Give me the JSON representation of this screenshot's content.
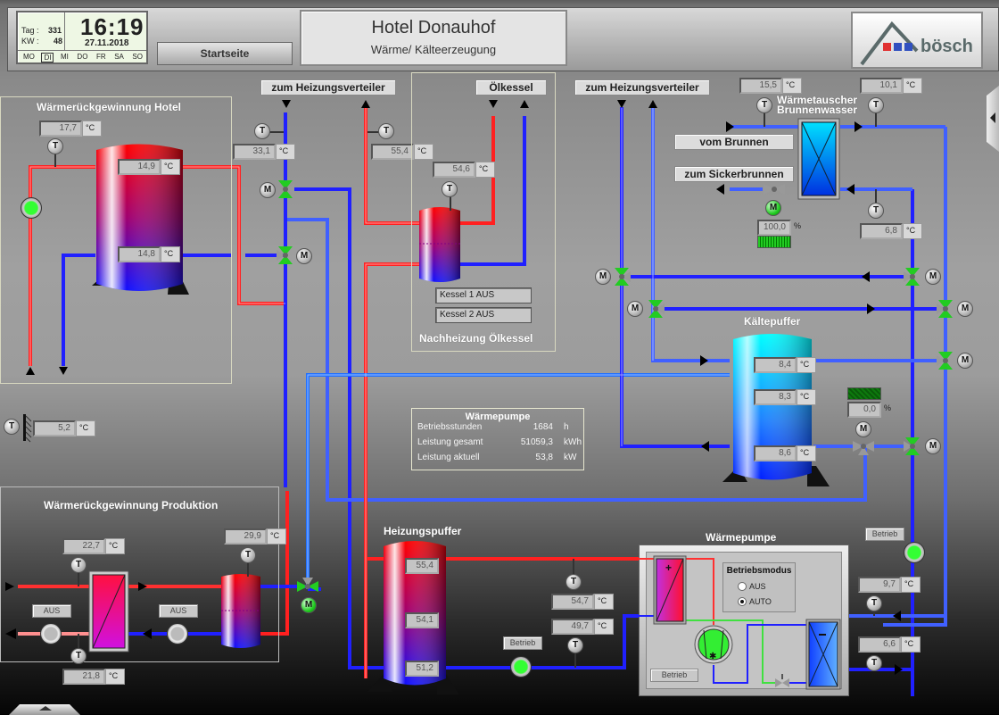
{
  "header": {
    "clock": {
      "day_label": "Tag :",
      "day_value": "331",
      "week_label": "KW :",
      "week_value": "48",
      "time": "16:19",
      "date": "27.11.2018",
      "weekdays": [
        "MO",
        "DI",
        "MI",
        "DO",
        "FR",
        "SA",
        "SO"
      ],
      "selected_weekday": "DI"
    },
    "start_button": "Startseite",
    "title": "Hotel Donauhof",
    "subtitle": "Wärme/ Kälteerzeugung",
    "logo_text": "bösch",
    "logo_colors": [
      "#e03030",
      "#3050c0",
      "#3050c0"
    ]
  },
  "colors": {
    "hot_pipe": "#ff2020",
    "cold_pipe": "#2020ff",
    "active": "#22dd22"
  },
  "hotel_recovery": {
    "title": "Wärmerückgewinnung Hotel",
    "t_supply": "17,7",
    "t_top": "14,9",
    "t_bottom": "14,8"
  },
  "distributor_left": {
    "label": "zum Heizungsverteiler",
    "t_return": "33,1",
    "t_flow": "55,4"
  },
  "oil_boiler": {
    "label": "Ölkessel",
    "t_tank": "54,6",
    "boiler1": "Kessel 1 AUS",
    "boiler2": "Kessel 2 AUS",
    "title": "Nachheizung Ölkessel"
  },
  "distributor_right": {
    "label": "zum Heizungsverteiler"
  },
  "well_exchanger": {
    "title_line1": "Wärmetauscher",
    "title_line2": "Brunnenwasser",
    "from_well": "vom Brunnen",
    "to_sink": "zum Sickerbrunnen",
    "t_in": "15,5",
    "t_out": "10,1",
    "t_return": "6,8",
    "valve_percent": "100,0",
    "valve_fraction": 1.0
  },
  "cold_buffer": {
    "title": "Kältepuffer",
    "t_top": "8,4",
    "t_mid": "8,3",
    "t_bottom": "8,6",
    "valve_percent": "0,0",
    "valve_fraction": 0.0
  },
  "outdoor": {
    "t_outside": "5,2"
  },
  "heat_pump_info": {
    "title": "Wärmepumpe",
    "rows": [
      {
        "label": "Betriebsstunden",
        "value": "1684",
        "unit": "h"
      },
      {
        "label": "Leistung gesamt",
        "value": "51059,3",
        "unit": "kWh"
      },
      {
        "label": "Leistung aktuell",
        "value": "53,8",
        "unit": "kW"
      }
    ]
  },
  "production_recovery": {
    "title": "Wärmerückgewinnung Produktion",
    "t_top": "22,7",
    "t_bottom": "21,8",
    "t_tank": "29,9",
    "pump1_status": "AUS",
    "pump2_status": "AUS"
  },
  "heating_buffer": {
    "title": "Heizungspuffer",
    "t_top": "55,4",
    "t_mid": "54,1",
    "t_bottom": "51,2",
    "t_flow": "54,7",
    "t_return": "49,7",
    "pump_status": "Betrieb"
  },
  "heat_pump": {
    "title": "Wärmepumpe",
    "mode_title": "Betriebsmodus",
    "mode_options": [
      "AUS",
      "AUTO"
    ],
    "mode_selected": "AUTO",
    "status": "Betrieb",
    "pump_status": "Betrieb",
    "t_cold_in": "9,7",
    "t_cold_out": "6,6"
  },
  "units": {
    "celsius": "°C",
    "percent": "%",
    "sensor_t": "T",
    "motor": "M"
  }
}
